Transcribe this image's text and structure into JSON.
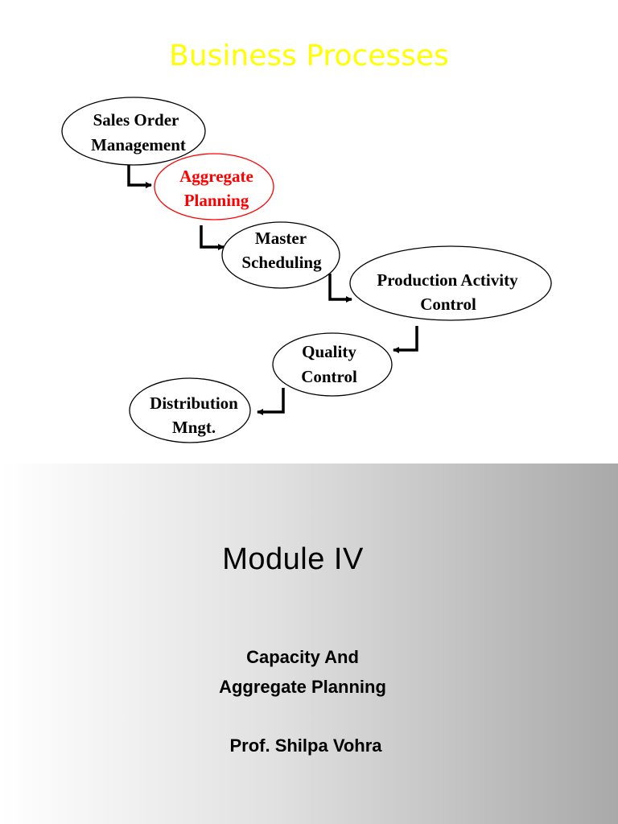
{
  "top_slide": {
    "title": "Business Processes",
    "title_color": "#ffff00",
    "highlight_color": "#ff0000",
    "nodes": [
      {
        "lines": [
          "Sales Order",
          "Management"
        ],
        "highlight": false
      },
      {
        "lines": [
          "Aggregate",
          "Planning"
        ],
        "highlight": true
      },
      {
        "lines": [
          "Master",
          "Scheduling"
        ],
        "highlight": false
      },
      {
        "lines": [
          "Production Activity",
          "Control"
        ],
        "highlight": false
      },
      {
        "lines": [
          "Quality",
          "Control"
        ],
        "highlight": false
      },
      {
        "lines": [
          "Distribution",
          "Mngt."
        ],
        "highlight": false
      }
    ]
  },
  "bottom_slide": {
    "module_title": "Module  IV",
    "subtitle_line_1": "Capacity And",
    "subtitle_line_2": "Aggregate Planning",
    "author": "Prof. Shilpa Vohra"
  }
}
